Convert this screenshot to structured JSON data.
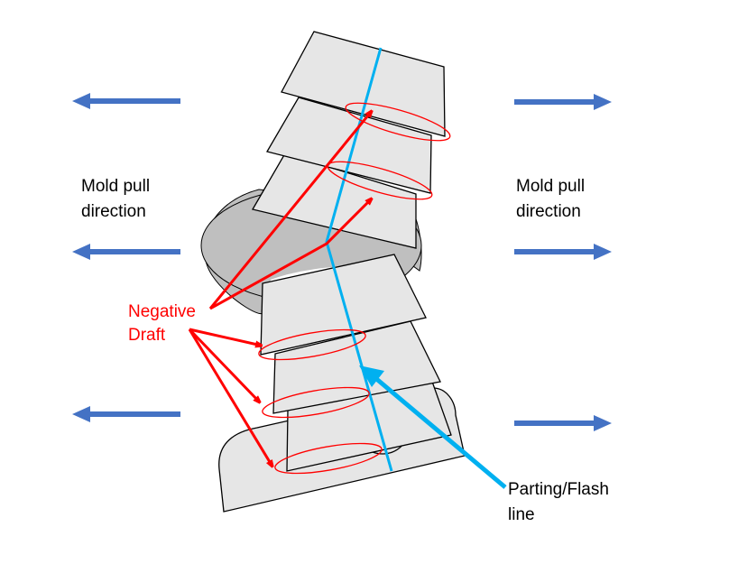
{
  "labels": {
    "mold_pull_left_line1": "Mold pull",
    "mold_pull_left_line2": "direction",
    "mold_pull_right_line1": "Mold pull",
    "mold_pull_right_line2": "direction",
    "negative_draft_line1": "Negative",
    "negative_draft_line2": "Draft",
    "parting_line_line1": "Parting/Flash",
    "parting_line_line2": "line"
  },
  "colors": {
    "pull_arrow": "#4472c4",
    "negative_draft": "#ff0000",
    "parting_line": "#00b0f0",
    "part_fill": "#e6e6e6",
    "shadow_fill": "#bfbfbf",
    "outline": "#000000",
    "text": "#000000"
  },
  "pull_arrows": {
    "left": [
      "left",
      "left",
      "left"
    ],
    "right": [
      "right",
      "right",
      "right"
    ]
  }
}
